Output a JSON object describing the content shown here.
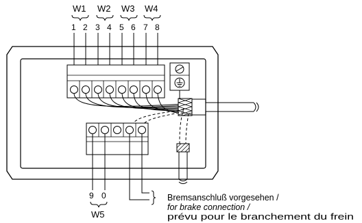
{
  "groups_top": [
    {
      "label": "W1",
      "terminals": [
        "1",
        "2"
      ]
    },
    {
      "label": "W2",
      "terminals": [
        "3",
        "4"
      ]
    },
    {
      "label": "W3",
      "terminals": [
        "5",
        "6"
      ]
    },
    {
      "label": "W4",
      "terminals": [
        "7",
        "8"
      ]
    }
  ],
  "group_bottom": {
    "label": "W5",
    "terminals": [
      "9",
      "0"
    ]
  },
  "brake_note": {
    "line1": "Bremsanschluß vorgesehen /",
    "line2": "for brake connection /",
    "line3": "prévu pour le branchement du frein"
  },
  "icons": [
    "ground-symbol-icon",
    "screw-icon"
  ],
  "colors": {
    "line": "#000000",
    "background": "#ffffff"
  }
}
